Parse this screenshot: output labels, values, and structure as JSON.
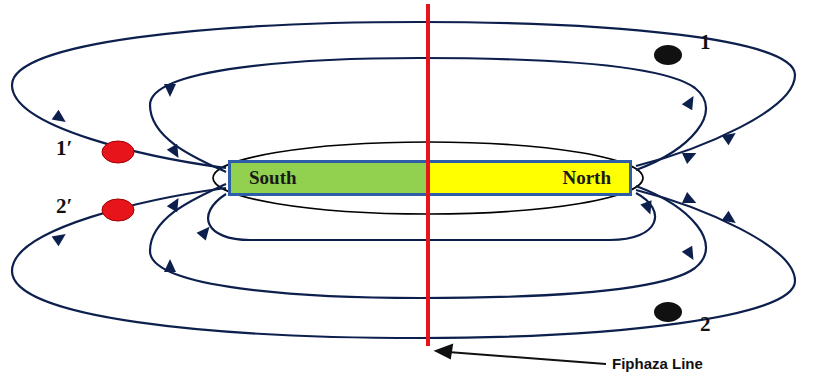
{
  "diagram": {
    "nodes": [
      {
        "text": [
          "South"
        ]
      },
      {
        "text": [
          "North"
        ]
      }
    ],
    "labels": [
      "1",
      "1′",
      "2′",
      "2",
      "Fiphaza Line"
    ]
  }
}
